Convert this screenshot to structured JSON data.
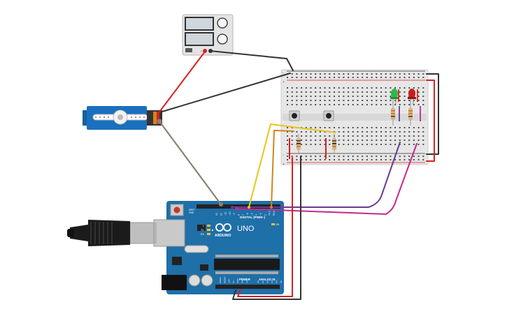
{
  "power_supply": {
    "minus_label": "-",
    "plus_label": "+"
  },
  "breadboard": {
    "row_labels": {
      "top_minus": "-",
      "top_plus": "+",
      "bottom_minus": "-",
      "bottom_plus": "+"
    }
  },
  "arduino": {
    "digital_label": "DIGITAL (PWM~)",
    "uno_label": "UNO",
    "arduino_label": "ARDUINO",
    "aref_label": "AREF",
    "gnd_label": "GND",
    "power_label": "POWER",
    "analog_label": "ANALOG IN",
    "on_label": "ON",
    "l_label": "L",
    "tx_label": "TX",
    "rx_label": "RX",
    "tx_rx_arrow": "▶",
    "digital_pins": [
      "13",
      "12",
      "~11",
      "~10",
      "~9",
      "8",
      "7",
      "~6",
      "~5",
      "4",
      "~3",
      "2",
      "TX 1",
      "RX 0"
    ],
    "power_pins": [
      "IOREF",
      "RESET",
      "3.3V",
      "5V",
      "GND",
      "GND",
      "Vin"
    ],
    "analog_pins": [
      "A0",
      "A1",
      "A2",
      "A3",
      "A4",
      "A5"
    ]
  },
  "colors": {
    "breadboard": "#e6e6e6",
    "arduino": "#1f6fa8",
    "servo": "#1a6fbf",
    "wire_red": "#d9201f",
    "wire_black": "#333333",
    "wire_yellow": "#e8c51a",
    "wire_orange": "#d2841f",
    "wire_purple": "#6a3a8e",
    "wire_magenta": "#c12a8f",
    "wire_gray": "#8c8272",
    "led_green": "#2fb84a",
    "led_red": "#c81e1e"
  }
}
